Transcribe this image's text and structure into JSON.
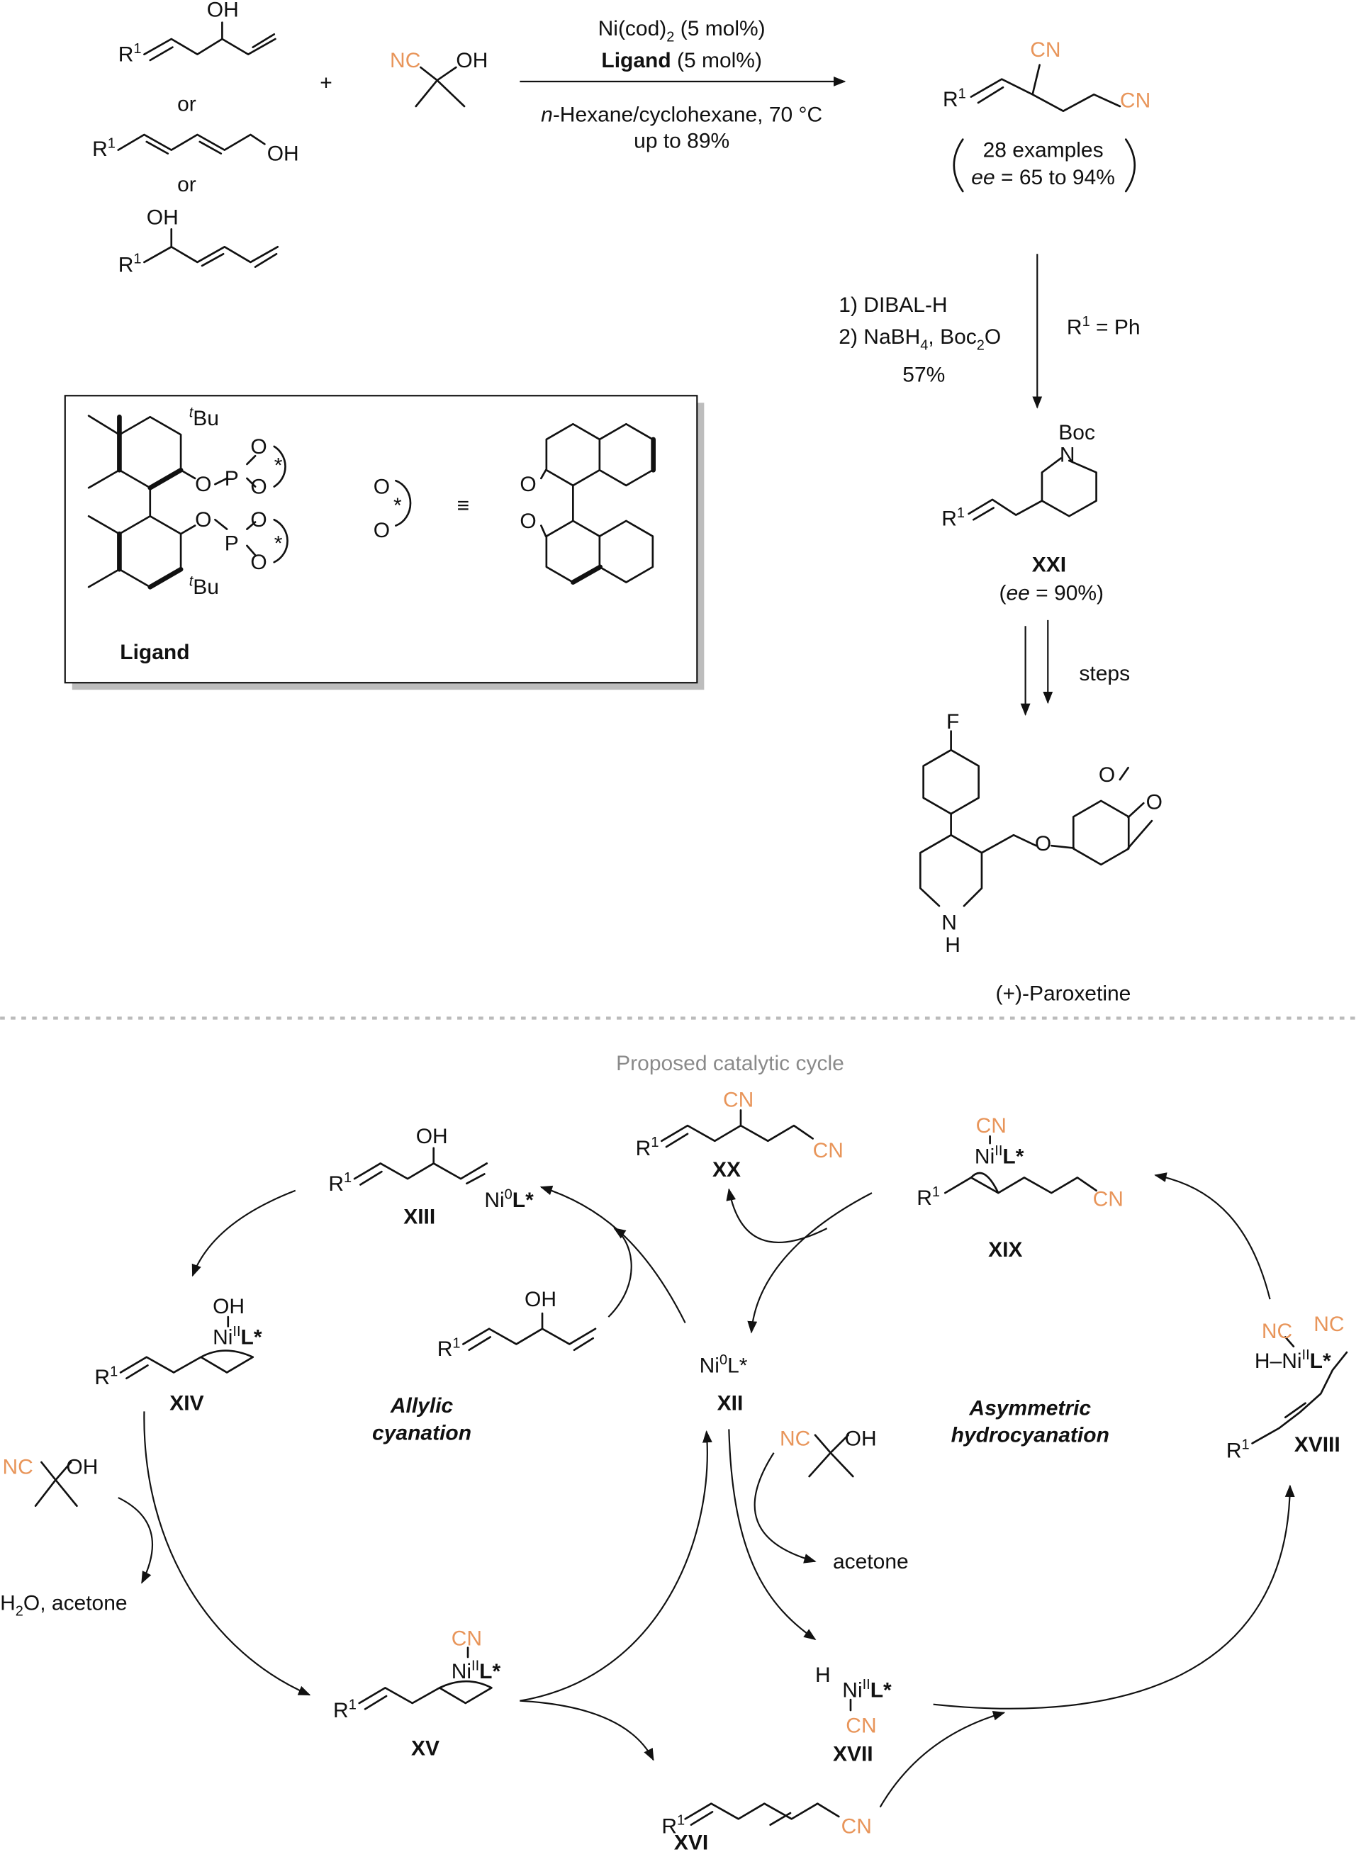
{
  "atoms": {
    "R": "R",
    "one": "1",
    "OH": "OH",
    "NC": "NC",
    "CN": "CN",
    "O": "O",
    "P": "P",
    "N": "N",
    "H": "H",
    "F": "F",
    "Boc": "Boc",
    "star": "*",
    "t": "t",
    "Bu": "Bu",
    "Ni": "Ni",
    "II": "II",
    "zero": "0",
    "Lstar": "L*",
    "dash": "–"
  },
  "reaction": {
    "plus": "+",
    "or1": "or",
    "or2": "or",
    "catalyst": "Ni(cod)",
    "catalyst_sub": "2",
    "catalyst_load": " (5 mol%)",
    "ligand": "Ligand",
    "ligand_load": " (5 mol%)",
    "solvent_italic": "n",
    "solvent": "-Hexane/cyclohexane, 70 °C",
    "yield": "up to 89%",
    "examples": "28 examples",
    "ee_label": "ee",
    "ee_range": " = 65 to 94%"
  },
  "derivatization": {
    "step1": "1) DIBAL-H",
    "step2a": "2) NaBH",
    "step2_sub1": "4",
    "step2b": ", Boc",
    "step2_sub2": "2",
    "step2c": "O",
    "yield": "57%",
    "r_eq": " = Ph",
    "compound": "XXI",
    "ee_open": "(",
    "ee_label": "ee",
    "ee_value": " = 90%)",
    "steps": "steps",
    "product": "(+)-Paroxetine"
  },
  "ligand_box": {
    "title": "Ligand",
    "equiv": "≡"
  },
  "cycle": {
    "title": "Proposed catalytic cycle",
    "labels": {
      "XII": "XII",
      "XIII": "XIII",
      "XIV": "XIV",
      "XV": "XV",
      "XVI": "XVI",
      "XVII": "XVII",
      "XVIII": "XVIII",
      "XIX": "XIX",
      "XX": "XX"
    },
    "allylic_1": "Allylic",
    "allylic_2": "cyanation",
    "hydro_1": "Asymmetric",
    "hydro_2": "hydrocyanation",
    "acetone": "acetone",
    "water_h": "H",
    "water_sub": "2",
    "water_rest": "O, acetone"
  },
  "colors": {
    "cyano": "#E8955A",
    "separator": "#bbbbbb",
    "title": "#8a8a8a"
  }
}
